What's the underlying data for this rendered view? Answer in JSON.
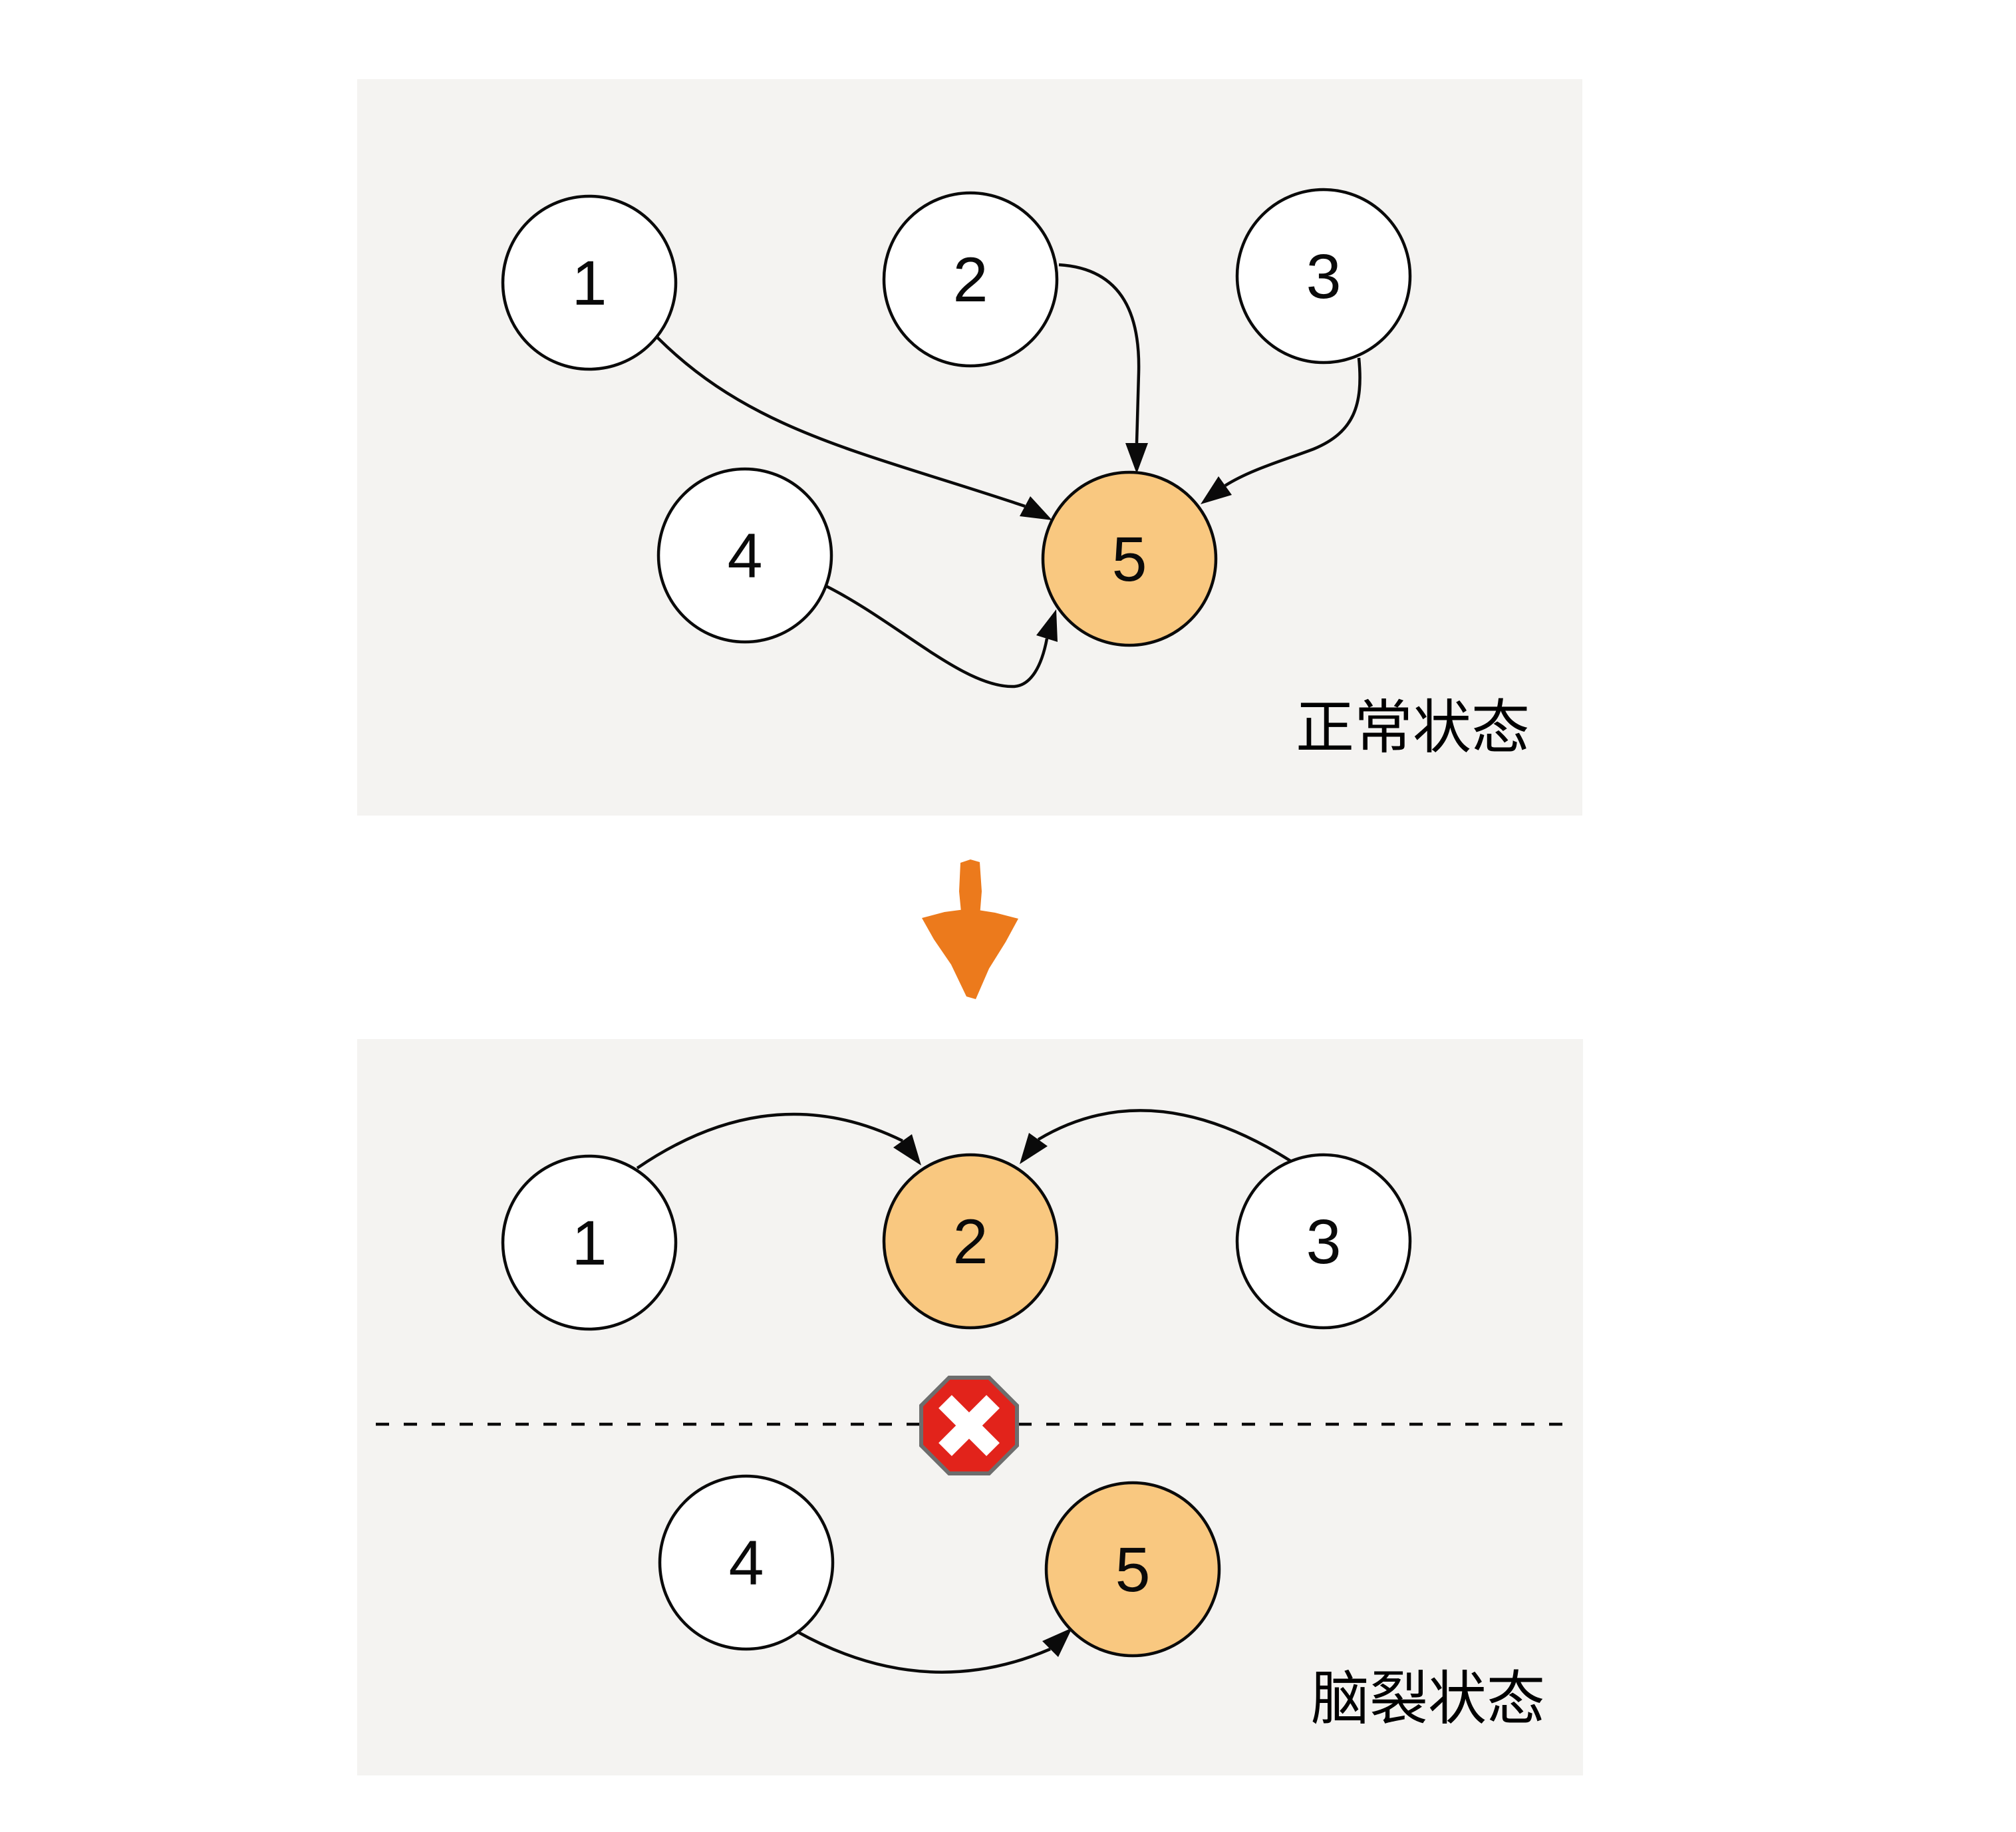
{
  "colors": {
    "page_bg": "#ffffff",
    "panel_bg": "#f4f3f1",
    "node_default_fill": "#ffffff",
    "node_active_fill": "#f9c880",
    "node_stroke": "#0a0a0a",
    "edge_stroke": "#0a0a0a",
    "transition_arrow": "#ec7a1c",
    "block_sign_fill": "#e2231b",
    "block_sign_border": "#6d6d6d",
    "block_sign_x": "#ffffff"
  },
  "panels": [
    {
      "title": "正常状态",
      "nodes": [
        {
          "id": "1",
          "label": "1",
          "state": "normal"
        },
        {
          "id": "2",
          "label": "2",
          "state": "normal"
        },
        {
          "id": "3",
          "label": "3",
          "state": "normal"
        },
        {
          "id": "4",
          "label": "4",
          "state": "normal"
        },
        {
          "id": "5",
          "label": "5",
          "state": "active"
        }
      ],
      "edges": [
        {
          "from": "1",
          "to": "5"
        },
        {
          "from": "2",
          "to": "5"
        },
        {
          "from": "3",
          "to": "5"
        },
        {
          "from": "4",
          "to": "5"
        }
      ]
    },
    {
      "title": "脑裂状态",
      "nodes": [
        {
          "id": "1",
          "label": "1",
          "state": "normal"
        },
        {
          "id": "2",
          "label": "2",
          "state": "active"
        },
        {
          "id": "3",
          "label": "3",
          "state": "normal"
        },
        {
          "id": "4",
          "label": "4",
          "state": "normal"
        },
        {
          "id": "5",
          "label": "5",
          "state": "active"
        }
      ],
      "edges": [
        {
          "from": "1",
          "to": "2"
        },
        {
          "from": "3",
          "to": "2"
        },
        {
          "from": "4",
          "to": "5"
        }
      ],
      "partition": {
        "icon": "stop-x-icon",
        "divider_style": "dashed-line"
      }
    }
  ],
  "transition": {
    "icon": "down-arrow-icon",
    "direction": "down"
  }
}
